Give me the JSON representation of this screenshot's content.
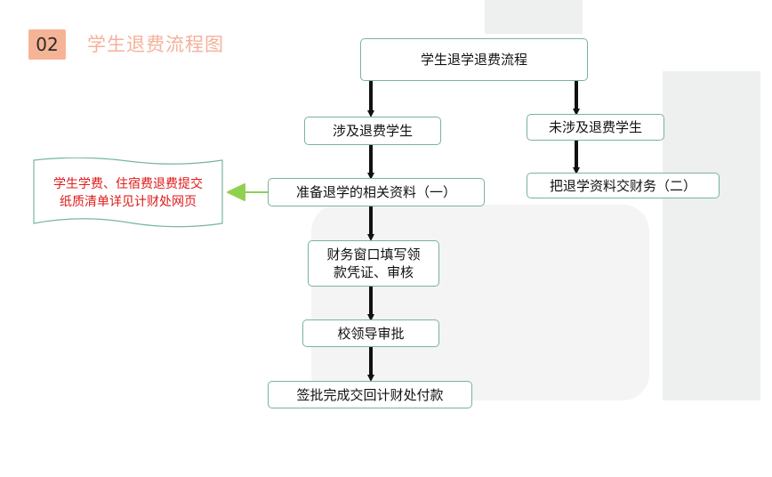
{
  "header": {
    "number": "02",
    "title": "学生退费流程图"
  },
  "flowchart": {
    "start": "学生退学退费流程",
    "left_branch": "涉及退费学生",
    "right_branch": "未涉及退费学生",
    "step_prepare": "准备退学的相关资料（一）",
    "step_fill_lines": [
      "财务窗口填写领",
      "款凭证、审核"
    ],
    "step_approve": "校领导审批",
    "step_complete": "签批完成交回计财处付款",
    "step_right": "把退学资料交财务（二）",
    "note_lines": [
      "学生学费、住宿费退费提交",
      "纸质清单详见计财处网页"
    ]
  },
  "colors": {
    "accent": "#f6b496",
    "title": "#f5b19a",
    "border": "#79b29f",
    "arrow": "#111111",
    "note_text": "#e01919",
    "note_arrow": "#8fd14f"
  }
}
